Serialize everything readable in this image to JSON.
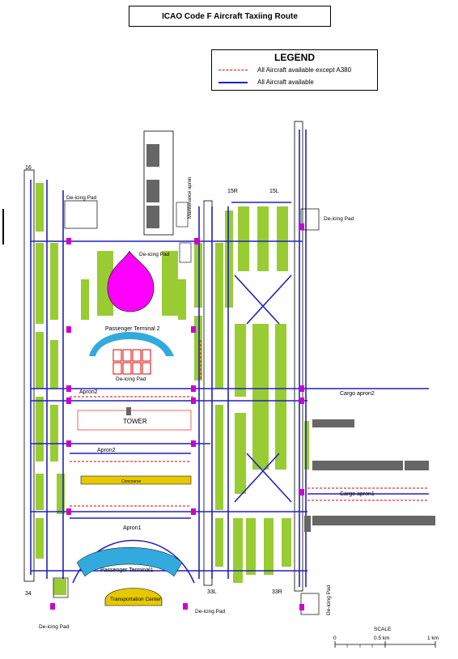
{
  "title": "ICAO Code  F Aircraft Taxiing Route",
  "legend": {
    "heading": "LEGEND",
    "items": [
      {
        "label": "All Aircraft available except A380",
        "color": "#e00000",
        "style": "dashed"
      },
      {
        "label": "All Aircraft available",
        "color": "#2020c0",
        "style": "solid"
      }
    ]
  },
  "runways": {
    "r16": "16",
    "r15r": "15R",
    "r15l": "15L",
    "r34": "34",
    "r33l": "33L",
    "r33r": "33R"
  },
  "areas": {
    "deicing_pad": "De-icing Pad",
    "maintenance_apron": "Maintenance apron",
    "passenger_terminal2": "Passenger Terminal 2",
    "passenger_terminal1": "Passenger Terminal1",
    "apron2": "Apron2",
    "apron1": "Apron1",
    "tower": "TOWER",
    "cargo_apron2": "Cargo apron2",
    "cargo_apron1": "Cargo apron1",
    "transportation_center": "Transportation Center",
    "concourse": "Concourse"
  },
  "scale": {
    "label": "SCALE",
    "ticks": [
      "0",
      "0.5 km",
      "1 km"
    ]
  },
  "colors": {
    "grass": "#99cc33",
    "taxiway": "#2020c0",
    "restricted": "#e00000",
    "terminal2_building": "#ff00ff",
    "terminal_glass": "#33aadd",
    "transport_center": "#e6c800",
    "stop_marker": "#cc00cc",
    "building_gray": "#666666"
  }
}
